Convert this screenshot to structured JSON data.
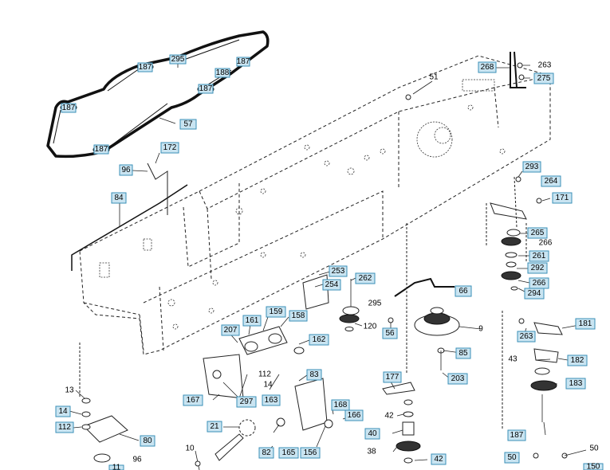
{
  "labels": {
    "l295": "295",
    "l187a": "187",
    "l188": "188",
    "l187b": "187",
    "l187c": "187",
    "l187d": "187",
    "l187e": "187",
    "l57": "57",
    "l268": "268",
    "l263a": "263",
    "l275": "275",
    "l51": "51",
    "l172": "172",
    "l96a": "96",
    "l84": "84",
    "l293": "293",
    "l264": "264",
    "l171": "171",
    "l265": "265",
    "l266a": "266",
    "l261": "261",
    "l292": "292",
    "l266b": "266",
    "l294": "294",
    "l253": "253",
    "l254": "254",
    "l262": "262",
    "l295b": "295",
    "l120": "120",
    "l56": "56",
    "l66": "66",
    "l9": "9",
    "l161": "161",
    "l159": "159",
    "l158": "158",
    "l207": "207",
    "l162": "162",
    "l112a": "112",
    "l14a": "14",
    "l83": "83",
    "l163": "163",
    "l167": "167",
    "l297": "297",
    "l85": "85",
    "l203": "203",
    "l177": "177",
    "l42a": "42",
    "l40": "40",
    "l38": "38",
    "l42b": "42",
    "l263b": "263",
    "l181": "181",
    "l43": "43",
    "l182": "182",
    "l183": "183",
    "l187f": "187",
    "l13": "13",
    "l14b": "14",
    "l112b": "112",
    "l80": "80",
    "l96b": "96",
    "l11": "11",
    "l21": "21",
    "l82": "82",
    "l165": "165",
    "l156": "156",
    "l168": "168",
    "l166": "166",
    "l10": "10",
    "l50a": "50",
    "l50b": "50",
    "l150": "150"
  }
}
